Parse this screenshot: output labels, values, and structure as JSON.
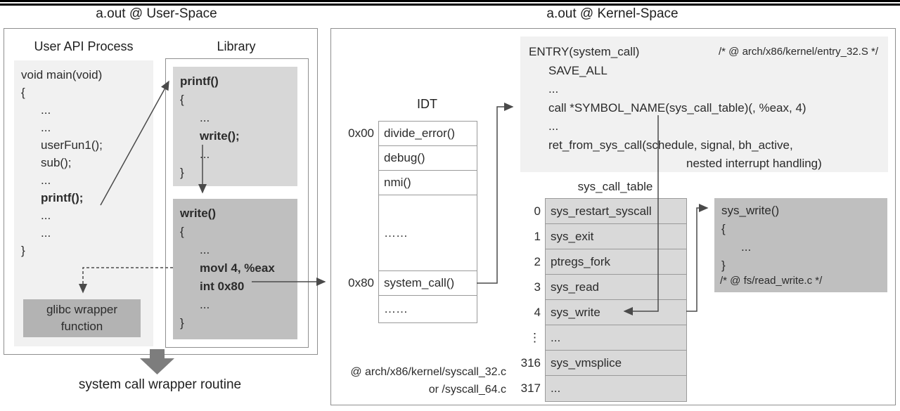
{
  "titles": {
    "user_space": "a.out @ User-Space",
    "kernel_space": "a.out @ Kernel-Space"
  },
  "user_space": {
    "process_heading": "User API Process",
    "library_heading": "Library",
    "main_code": [
      {
        "t": "void main(void)",
        "ind": 0
      },
      {
        "t": "{",
        "ind": 0
      },
      {
        "t": "...",
        "ind": 1
      },
      {
        "t": "...",
        "ind": 1
      },
      {
        "t": "userFun1();",
        "ind": 1
      },
      {
        "t": "sub();",
        "ind": 1
      },
      {
        "t": "...",
        "ind": 1
      },
      {
        "t": "printf();",
        "ind": 1,
        "b": true
      },
      {
        "t": "...",
        "ind": 1
      },
      {
        "t": "...",
        "ind": 1
      },
      {
        "t": "}",
        "ind": 0
      }
    ],
    "glibc_box": {
      "line1": "glibc wrapper",
      "line2": "function"
    },
    "printf_block": [
      {
        "t": "printf()",
        "ind": 0,
        "b": true
      },
      {
        "t": "{",
        "ind": 0
      },
      {
        "t": "...",
        "ind": 1
      },
      {
        "t": "write();",
        "ind": 1,
        "b": true
      },
      {
        "t": "...",
        "ind": 1
      },
      {
        "t": "}",
        "ind": 0
      }
    ],
    "write_block": [
      {
        "t": "write()",
        "ind": 0,
        "b": true
      },
      {
        "t": "{",
        "ind": 0
      },
      {
        "t": "...",
        "ind": 1
      },
      {
        "t": "movl 4, %eax",
        "ind": 1,
        "b": true
      },
      {
        "t": "int 0x80",
        "ind": 1,
        "b": true
      },
      {
        "t": "...",
        "ind": 1
      },
      {
        "t": "}",
        "ind": 0
      }
    ],
    "bottom_label": "system call wrapper routine"
  },
  "kernel_space": {
    "entry_block": {
      "lines": [
        {
          "t": "ENTRY(system_call)",
          "ind": 0
        },
        {
          "t": "SAVE_ALL",
          "ind": 1
        },
        {
          "t": "...",
          "ind": 1
        },
        {
          "t": "call *SYMBOL_NAME(sys_call_table)(, %eax, 4)",
          "ind": 1
        },
        {
          "t": "...",
          "ind": 1
        },
        {
          "t": "ret_from_sys_call(schedule, signal, bh_active,",
          "ind": 1
        },
        {
          "t": "nested interrupt handling)",
          "ind": 8
        }
      ],
      "comment": "/* @ arch/x86/kernel/entry_32.S */"
    },
    "idt": {
      "title": "IDT",
      "rows": [
        {
          "idx": "0x00",
          "label": "divide_error()"
        },
        {
          "idx": "",
          "label": "debug()"
        },
        {
          "idx": "",
          "label": "nmi()"
        },
        {
          "idx": "",
          "label": "……"
        },
        {
          "idx": "0x80",
          "label": "system_call()"
        },
        {
          "idx": "",
          "label": "……"
        }
      ]
    },
    "sys_call_table": {
      "title": "sys_call_table",
      "rows": [
        {
          "idx": "0",
          "label": "sys_restart_syscall"
        },
        {
          "idx": "1",
          "label": "sys_exit"
        },
        {
          "idx": "2",
          "label": "ptregs_fork"
        },
        {
          "idx": "3",
          "label": "sys_read"
        },
        {
          "idx": "4",
          "label": "sys_write"
        },
        {
          "idx": "⋮",
          "label": "..."
        },
        {
          "idx": "316",
          "label": "sys_vmsplice"
        },
        {
          "idx": "317",
          "label": "..."
        }
      ]
    },
    "sys_write_box": {
      "lines": [
        {
          "t": "sys_write()",
          "ind": 0
        },
        {
          "t": "{",
          "ind": 0
        },
        {
          "t": "...",
          "ind": 1
        },
        {
          "t": "}",
          "ind": 0
        }
      ],
      "comment": "/* @ fs/read_write.c */"
    },
    "footnote": {
      "line1": "@ arch/x86/kernel/syscall_32.c",
      "line2": "or /syscall_64.c"
    }
  },
  "colors": {
    "panel_light": "#f1f1f1",
    "block_light": "#d7d7d7",
    "block_mid": "#bfbfbf",
    "glibc_gray": "#b3b3b3",
    "table_cell_gray": "#d9d9d9",
    "arrow_line": "#4a4a4a",
    "box_border": "#8f8f8f",
    "big_arrow_gray": "#7d7d7d"
  }
}
